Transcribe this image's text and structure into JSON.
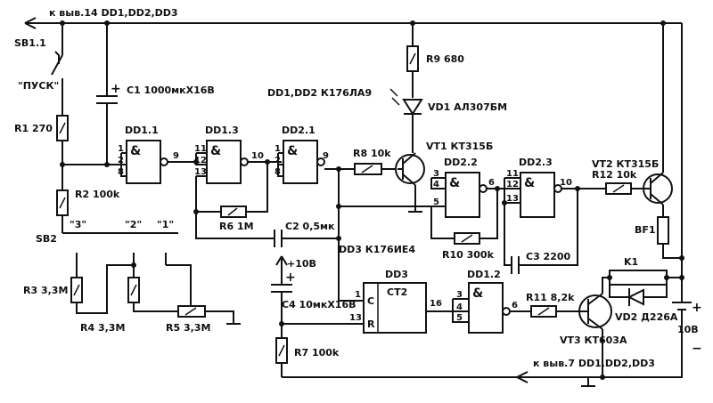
{
  "schematic": {
    "top_rail": "к выв.14  DD1,DD2,DD3",
    "bottom_rail": "к выв.7  DD1,DD2,DD3",
    "ic_types_1": "DD1,DD2 К176ЛА9",
    "ic_types_2": "DD3 К176ИЕ4",
    "gates": {
      "dd1_1": {
        "name": "DD1.1",
        "symbol": "&",
        "pins": [
          "1",
          "2",
          "8",
          "9"
        ]
      },
      "dd1_3": {
        "name": "DD1.3",
        "symbol": "&",
        "pins": [
          "11",
          "12",
          "13",
          "10"
        ]
      },
      "dd2_1": {
        "name": "DD2.1",
        "symbol": "&",
        "pins": [
          "1",
          "2",
          "8",
          "9"
        ]
      },
      "dd2_2": {
        "name": "DD2.2",
        "symbol": "&",
        "pins": [
          "3",
          "4",
          "5",
          "6"
        ]
      },
      "dd2_3": {
        "name": "DD2.3",
        "symbol": "&",
        "pins": [
          "11",
          "12",
          "13",
          "10"
        ]
      },
      "dd1_2": {
        "name": "DD1.2",
        "symbol": "&",
        "pins": [
          "3",
          "4",
          "5",
          "6"
        ]
      }
    },
    "counter": {
      "name": "DD3",
      "c": "C",
      "r": "R",
      "ct": "CT2",
      "pin_c": "1",
      "pin_r": "13",
      "pin_out": "16"
    },
    "components": {
      "sb1": "SB1.1",
      "start_label": "\"ПУСК\"",
      "r1": "R1 270",
      "r2": "R2 100k",
      "c1": "C1 1000мкX16B",
      "sb2": "SB2",
      "sw3": "\"3\"",
      "sw2": "\"2\"",
      "sw1": "\"1\"",
      "r3": "R3 3,3M",
      "r4": "R4 3,3M",
      "r5": "R5 3,3M",
      "r6": "R6 1M",
      "c2": "C2 0,5мк",
      "r8": "R8 10k",
      "r9": "R9 680",
      "vd1": "VD1 АЛ307БМ",
      "vt1": "VT1 КТ315Б",
      "r10": "R10 300k",
      "c3": "C3 2200",
      "r12": "R12 10k",
      "vt2": "VT2 КТ315Б",
      "bf1": "BF1",
      "k1": "K1",
      "vd2": "VD2 Д226А",
      "r11": "R11 8,2k",
      "vt3": "VT3 КТ603А",
      "c4": "C4 10мкX16B",
      "r7": "R7 100k",
      "v10_top": "+10B",
      "v10_right": "10B",
      "plus": "+",
      "minus": "−"
    }
  }
}
